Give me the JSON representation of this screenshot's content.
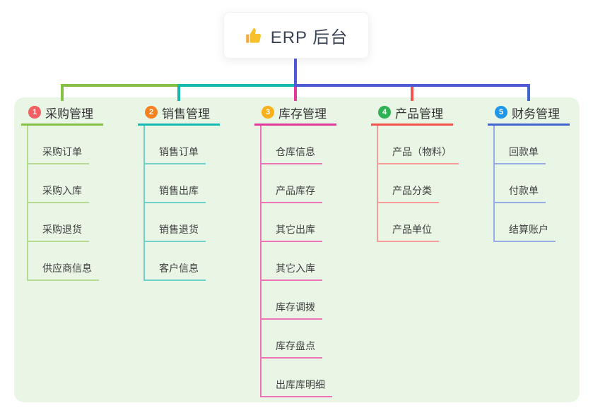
{
  "root": {
    "label": "ERP 后台",
    "icon": "thumbs-up",
    "icon_color": "#f6c02e",
    "box_bg": "#ffffff",
    "text_color": "#3a4354",
    "line_color": "#5059d6"
  },
  "panel": {
    "bg": "#e9f6e5"
  },
  "branches": [
    {
      "number": "1",
      "label": "采购管理",
      "badge_color": "#f15f63",
      "line_color": "#85c144",
      "child_line_color": "#b6da8f",
      "children": [
        "采购订单",
        "采购入库",
        "采购退货",
        "供应商信息"
      ]
    },
    {
      "number": "2",
      "label": "销售管理",
      "badge_color": "#f58220",
      "line_color": "#16b8b2",
      "child_line_color": "#72d1cb",
      "children": [
        "销售订单",
        "销售出库",
        "销售退货",
        "客户信息"
      ]
    },
    {
      "number": "3",
      "label": "库存管理",
      "badge_color": "#fbb017",
      "line_color": "#e13a9a",
      "child_line_color": "#ee74b7",
      "children": [
        "仓库信息",
        "产品库存",
        "其它出库",
        "其它入库",
        "库存调拨",
        "库存盘点",
        "出库库明细"
      ]
    },
    {
      "number": "4",
      "label": "产品管理",
      "badge_color": "#2fb155",
      "line_color": "#f4514f",
      "child_line_color": "#f89c9a",
      "children": [
        "产品（物料）",
        "产品分类",
        "产品单位"
      ]
    },
    {
      "number": "5",
      "label": "财务管理",
      "badge_color": "#1f97e8",
      "line_color": "#4365cf",
      "child_line_color": "#97abe4",
      "children": [
        "回款单",
        "付款单",
        "结算账户"
      ]
    }
  ]
}
